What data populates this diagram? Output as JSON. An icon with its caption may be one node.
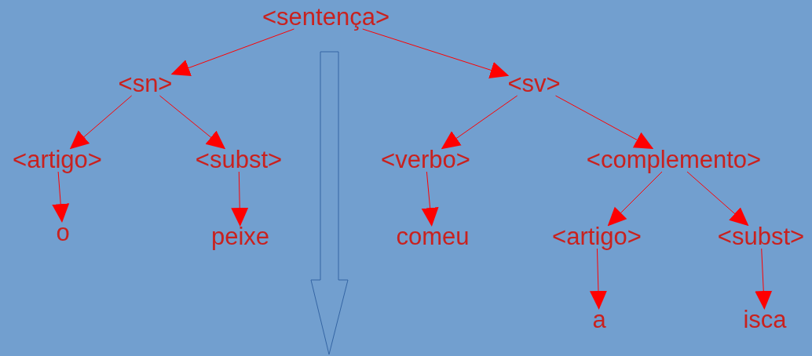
{
  "diagram": {
    "nodes": [
      {
        "text": [
          "<sentença>"
        ]
      },
      {
        "text": [
          "<sn>"
        ]
      },
      {
        "text": [
          "<sv>"
        ]
      },
      {
        "text": [
          "<artigo>"
        ]
      },
      {
        "text": [
          "<subst>"
        ]
      },
      {
        "text": [
          "<verbo>"
        ]
      },
      {
        "text": [
          "<complemento>"
        ]
      },
      {
        "text": [
          "o"
        ]
      },
      {
        "text": [
          "peixe"
        ]
      },
      {
        "text": [
          "comeu"
        ]
      },
      {
        "text": [
          "<artigo>"
        ]
      },
      {
        "text": [
          "<subst>"
        ]
      },
      {
        "text": [
          "a"
        ]
      },
      {
        "text": [
          "isca"
        ]
      }
    ],
    "edges": [
      {
        "from": 0,
        "to": 1,
        "arrow": "to"
      },
      {
        "from": 0,
        "to": 2,
        "arrow": "to"
      },
      {
        "from": 1,
        "to": 3,
        "arrow": "to"
      },
      {
        "from": 1,
        "to": 4,
        "arrow": "to"
      },
      {
        "from": 2,
        "to": 5,
        "arrow": "to"
      },
      {
        "from": 2,
        "to": 6,
        "arrow": "to"
      },
      {
        "from": 3,
        "to": 7,
        "arrow": "to"
      },
      {
        "from": 4,
        "to": 8,
        "arrow": "to"
      },
      {
        "from": 5,
        "to": 9,
        "arrow": "to"
      },
      {
        "from": 6,
        "to": 10,
        "arrow": "to"
      },
      {
        "from": 6,
        "to": 11,
        "arrow": "to"
      },
      {
        "from": 10,
        "to": 12,
        "arrow": "to"
      },
      {
        "from": 11,
        "to": 13,
        "arrow": "to"
      }
    ]
  }
}
